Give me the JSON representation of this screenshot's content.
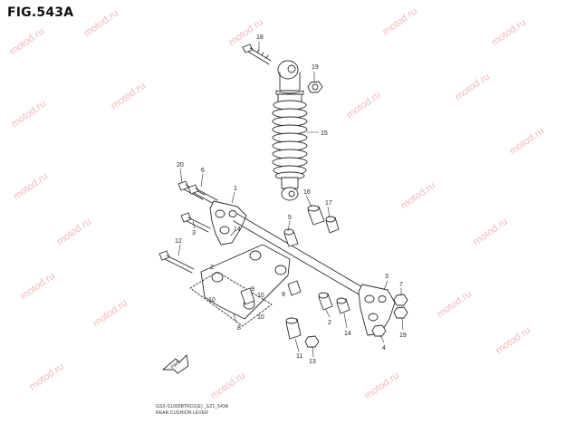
{
  "title": "FIG.543A",
  "footer": {
    "code": "GSX-S1000BTRO1(E) _E21_543A",
    "description": "REAR CUSHION LEVER"
  },
  "front_arrow_label": "FWD",
  "watermark_text": "motod.ru",
  "callouts": [
    "18",
    "19",
    "15",
    "20",
    "6",
    "1",
    "16",
    "17",
    "5",
    "3",
    "14",
    "12",
    "2",
    "7",
    "3",
    "9",
    "10",
    "10",
    "9",
    "10",
    "8",
    "2",
    "14",
    "4",
    "19",
    "11",
    "13"
  ],
  "colors": {
    "line": "#2a2a2a",
    "watermark": "#f2b8b8",
    "background": "#ffffff"
  }
}
